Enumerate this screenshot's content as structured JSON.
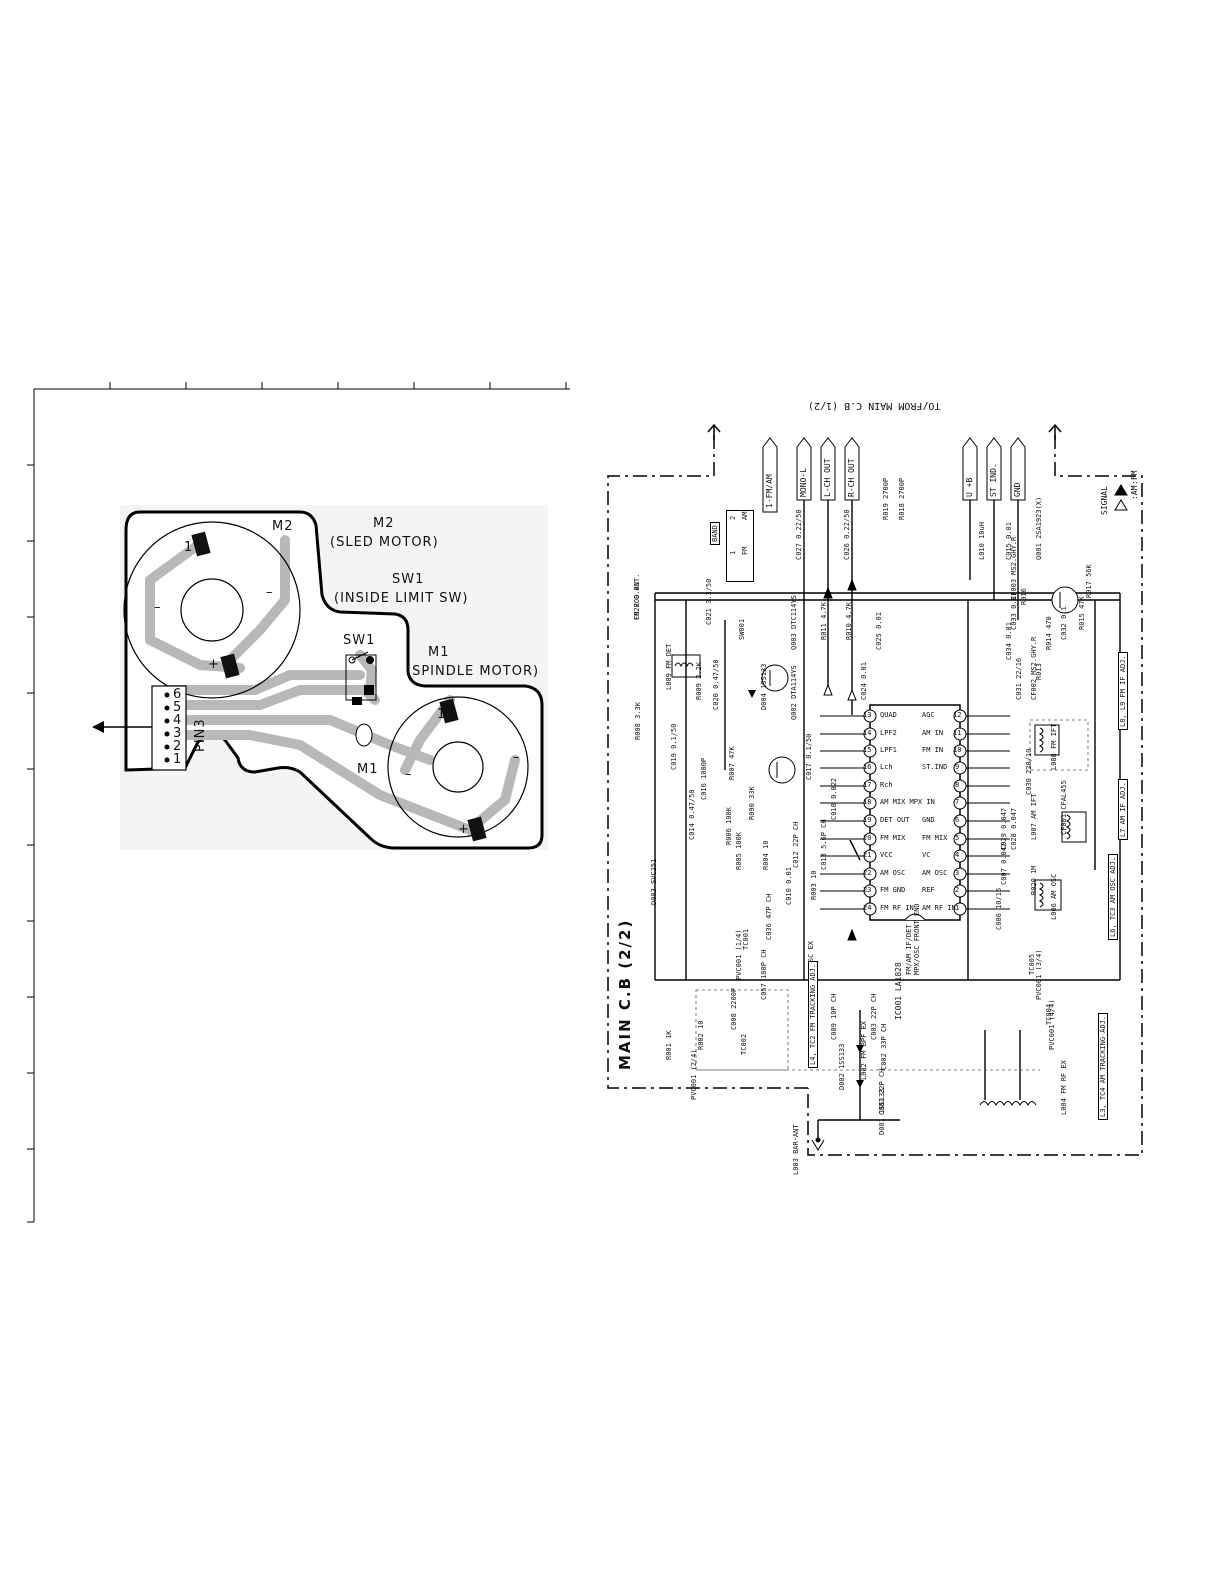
{
  "left_board": {
    "m2_label": "M2",
    "m2_desc": "(SLED MOTOR)",
    "sw1_label": "SW1",
    "sw1_desc": "(INSIDE LIMIT SW)",
    "sw1_small": "SW1",
    "m1_label": "M1",
    "m1_desc": "(SPINDLE MOTOR)",
    "m1_small": "M1",
    "m2_small": "M2",
    "pin_label": "PIN3",
    "pins": [
      "6",
      "5",
      "4",
      "3",
      "2",
      "1"
    ],
    "m2_pin1": "1",
    "m2_minus_a": "–",
    "m2_minus_b": "–",
    "m2_plus": "+",
    "m1_pin1": "1",
    "m1_minus_a": "–",
    "m1_minus_b": "–",
    "m1_plus": "+"
  },
  "schematic": {
    "title": "MAIN C.B (2/2)",
    "to_from": "TO/FROM MAIN C.B (1/2)",
    "connectors": [
      "1-FM/AM",
      "MONO-L",
      "L-CH OUT",
      "R-CH OUT",
      "U +B",
      "ST IND.",
      "GND"
    ],
    "signal_legend": {
      "title": "SIGNAL",
      "fm": ":FM",
      "am": ":AM"
    },
    "band_table": {
      "header": "BAND",
      "col1": [
        "1",
        "FM"
      ],
      "col2": [
        "2",
        "AM"
      ]
    },
    "ic_label": "IC001 LA1828",
    "ic_desc": "FM/AM IF/DET\nMPX/OSC FRONT END",
    "ic_pins_left": [
      {
        "n": "13",
        "name": "QUAD"
      },
      {
        "n": "14",
        "name": "LPF2"
      },
      {
        "n": "15",
        "name": "LPF1"
      },
      {
        "n": "16",
        "name": "Lch"
      },
      {
        "n": "17",
        "name": "Rch"
      },
      {
        "n": "18",
        "name": "AM MIX MPX IN"
      },
      {
        "n": "19",
        "name": "DET OUT"
      },
      {
        "n": "20",
        "name": "FM MIX"
      },
      {
        "n": "21",
        "name": "VCC"
      },
      {
        "n": "22",
        "name": "AM OSC"
      },
      {
        "n": "23",
        "name": "FM GND"
      },
      {
        "n": "24",
        "name": "FM RF IN"
      }
    ],
    "ic_pins_right": [
      {
        "n": "12",
        "name": "AGC"
      },
      {
        "n": "11",
        "name": "AM IN"
      },
      {
        "n": "10",
        "name": "FM IN"
      },
      {
        "n": "9",
        "name": "ST.IND"
      },
      {
        "n": "8",
        "name": ""
      },
      {
        "n": "7",
        "name": ""
      },
      {
        "n": "6",
        "name": "GND"
      },
      {
        "n": "5",
        "name": "FM MIX"
      },
      {
        "n": "4",
        "name": "VC"
      },
      {
        "n": "3",
        "name": "AM OSC"
      },
      {
        "n": "2",
        "name": "REF"
      },
      {
        "n": "1",
        "name": "AM RF IN"
      }
    ],
    "components": [
      "C022 0.01",
      "C027 0.22/50",
      "C026 0.22/50",
      "R019 2700P",
      "R018 2700P",
      "L010 10uH",
      "C015 0.01",
      "Q001 2SA1923(X)",
      "R016",
      "R017 56K",
      "R015 47K",
      "C033 0.01",
      "C032 0.1",
      "CF003 MS2.GHY.R",
      "C034 0.01",
      "R013",
      "R014 470",
      "CF002 MS2.GHY.R",
      "C031 22/16",
      "L008 FM IFT",
      "CF001 CFAL455",
      "L007 AM IFT",
      "C030 220/10",
      "C029 0.047",
      "C028 0.047",
      "C007 0.047",
      "R020 1M",
      "C006 10/16",
      "L006 AM OSC",
      "TC005",
      "PVC001 (3/4)",
      "TC004",
      "PVC001 (4/4)",
      "SW001",
      "Q003 DTC114YS",
      "R011 4.7K",
      "R010 4.7K",
      "C025 0.01",
      "C024 0.01",
      "C021 3.3/50",
      "L009 FM DET",
      "R009 2.2K",
      "D004 1SS133",
      "C020 0.47/50",
      "R008 3.3K",
      "Q002 DTA114YS",
      "C019 0.1/50",
      "R007 47K",
      "C017 0.1/50",
      "R090 33K",
      "C016 1000P",
      "C018 0.022",
      "C014 0.47/50",
      "R006 100K",
      "R005 100K",
      "R004 10",
      "C013 5.6P CH",
      "C012 22P CH",
      "D003 SVC251",
      "R003 10",
      "C010 0.01",
      "C036 47P CH",
      "TC001",
      "PVC001 (1/4)",
      "L005 FM OSC EX",
      "C057 180P CH",
      "C009 10P CH",
      "C003 22P CH",
      "C002 33P CH",
      "L002 FM BPF EX",
      "D002 1SS133",
      "C001 22P CH",
      "D001 1SS133",
      "R001 1K",
      "R002 10",
      "C008 2200P",
      "TC002",
      "PVC001 (2/4)",
      "L004 FM RF EX",
      "L003 BAR-ANT",
      "FM ROD ANT."
    ],
    "adj_notes": [
      "L8, L9 FM IF ADJ.",
      "L7 AM IF ADJ.",
      "L6, TC3 AM OSC ADJ.",
      "L3, TC4 AM TRACKING ADJ.",
      "L4, TC2 FM TRACKING ADJ."
    ]
  },
  "colors": {
    "ink": "#000000",
    "trace": "#b8b8b8",
    "paper": "#ffffff",
    "board": "#ffffff"
  },
  "footer_link": ""
}
